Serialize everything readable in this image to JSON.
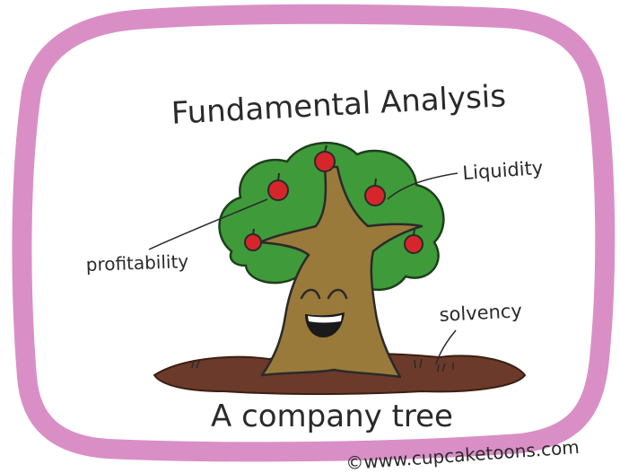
{
  "cartoon": {
    "title": "Fundamental Analysis",
    "caption": "A company tree",
    "credit": "©www.cupcaketoons.com",
    "labels": {
      "liquidity": "Liquidity",
      "profitability": "profitability",
      "solvency": "solvency"
    }
  },
  "colors": {
    "frame": "#d98fc6",
    "canopy": "#3f9a3a",
    "trunk": "#9a7a3a",
    "soil": "#6b3a2a",
    "apple": "#d7262b",
    "ink": "#2a2a2a"
  }
}
